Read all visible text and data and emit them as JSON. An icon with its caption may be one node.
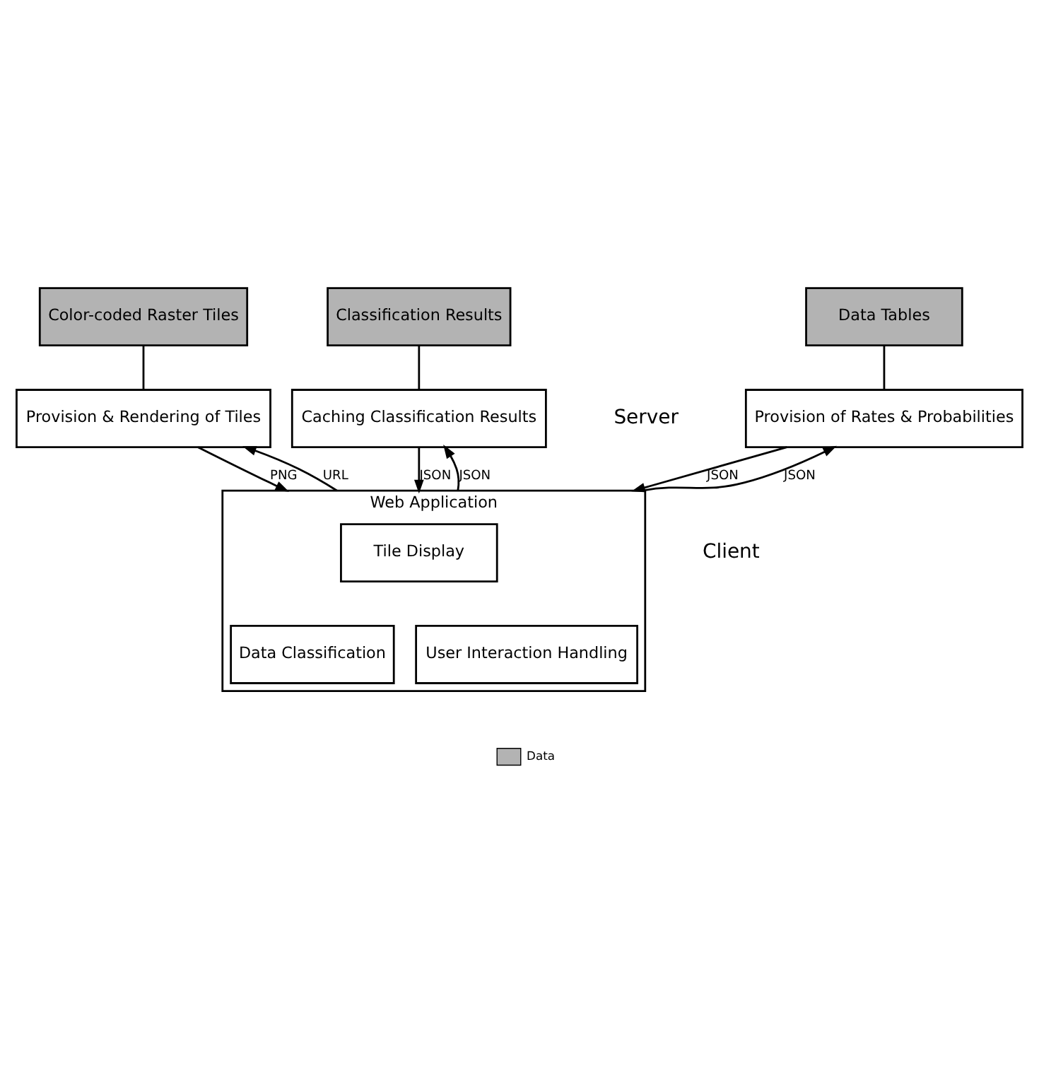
{
  "diagram": {
    "nodes": [
      {
        "text": [
          "Color-coded Raster Tiles"
        ]
      },
      {
        "text": [
          "Classification Results"
        ]
      },
      {
        "text": [
          "Data Tables"
        ]
      },
      {
        "text": [
          "Provision & Rendering of Tiles"
        ]
      },
      {
        "text": [
          "Caching Classification Results"
        ]
      },
      {
        "text": [
          "Provision of Rates & Probabilities"
        ]
      },
      {
        "text": [
          "Web Application"
        ]
      },
      {
        "text": [
          "Tile Display"
        ],
        "in": 6
      },
      {
        "text": [
          "Data Classification"
        ],
        "in": 6
      },
      {
        "text": [
          "User Interaction Handling"
        ],
        "in": 6
      }
    ],
    "edges": [
      {
        "from": 0,
        "to": 3,
        "arrow": "none"
      },
      {
        "from": 1,
        "to": 4,
        "arrow": "none"
      },
      {
        "from": 2,
        "to": 5,
        "arrow": "none"
      },
      {
        "from": 3,
        "to": 6,
        "arrow": "to",
        "label": "PNG"
      },
      {
        "from": 6,
        "to": 3,
        "arrow": "to",
        "label": "URL"
      },
      {
        "from": 4,
        "to": 6,
        "arrow": "to",
        "label": "JSON"
      },
      {
        "from": 6,
        "to": 4,
        "arrow": "to",
        "label": "JSON"
      },
      {
        "from": 5,
        "to": 6,
        "arrow": "to",
        "label": "JSON"
      },
      {
        "from": 6,
        "to": 5,
        "arrow": "to",
        "label": "JSON"
      }
    ],
    "labels": [
      "Server",
      "Client"
    ],
    "legend": [
      {
        "text": "Data",
        "color": "#b3b3b3"
      }
    ]
  }
}
